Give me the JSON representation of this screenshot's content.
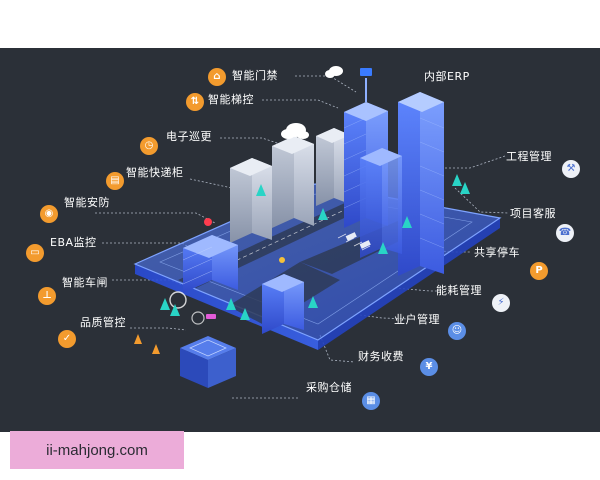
{
  "watermark": "ii-mahjong.com",
  "left_labels": [
    {
      "key": "menjin",
      "text": "智能门禁",
      "icon": "door-access-icon"
    },
    {
      "key": "tikong",
      "text": "智能梯控",
      "icon": "elevator-control-icon"
    },
    {
      "key": "xungeng",
      "text": "电子巡更",
      "icon": "patrol-icon"
    },
    {
      "key": "kuaidi",
      "text": "智能快递柜",
      "icon": "locker-icon"
    },
    {
      "key": "anfang",
      "text": "智能安防",
      "icon": "security-camera-icon"
    },
    {
      "key": "eba",
      "text": "EBA监控",
      "icon": "eba-monitor-icon"
    },
    {
      "key": "chezha",
      "text": "智能车闸",
      "icon": "gate-barrier-icon"
    },
    {
      "key": "pinzhi",
      "text": "品质管控",
      "icon": "quality-check-icon"
    }
  ],
  "right_labels": [
    {
      "key": "erp",
      "text": "内部ERP",
      "icon": "erp-icon"
    },
    {
      "key": "gongcheng",
      "text": "工程管理",
      "icon": "engineering-icon"
    },
    {
      "key": "kefu",
      "text": "项目客服",
      "icon": "customer-service-icon"
    },
    {
      "key": "tingche",
      "text": "共享停车",
      "icon": "parking-icon"
    },
    {
      "key": "nenghao",
      "text": "能耗管理",
      "icon": "energy-icon"
    },
    {
      "key": "yehu",
      "text": "业户管理",
      "icon": "residents-icon"
    },
    {
      "key": "caiwu",
      "text": "财务收费",
      "icon": "billing-icon"
    },
    {
      "key": "caigou",
      "text": "采购仓储",
      "icon": "warehouse-icon"
    }
  ],
  "icon_glyphs": {
    "menjin": "⌂",
    "tikong": "⇅",
    "xungeng": "◷",
    "kuaidi": "▤",
    "anfang": "◉",
    "eba": "▭",
    "chezha": "⊥",
    "pinzhi": "✓",
    "gongcheng": "⚒",
    "kefu": "☎",
    "tingche": "P",
    "nenghao": "⚡",
    "yehu": "☺",
    "caiwu": "¥",
    "caigou": "▦"
  },
  "colors": {
    "background": "#2b3038",
    "platform": "#3d66e0",
    "building": "#4a6ff0",
    "grey_building": "#a9b2c2",
    "orange_icon": "#f39b2e",
    "blue_icon": "#5b8ee6",
    "watermark_bg": "#ecacd9"
  }
}
